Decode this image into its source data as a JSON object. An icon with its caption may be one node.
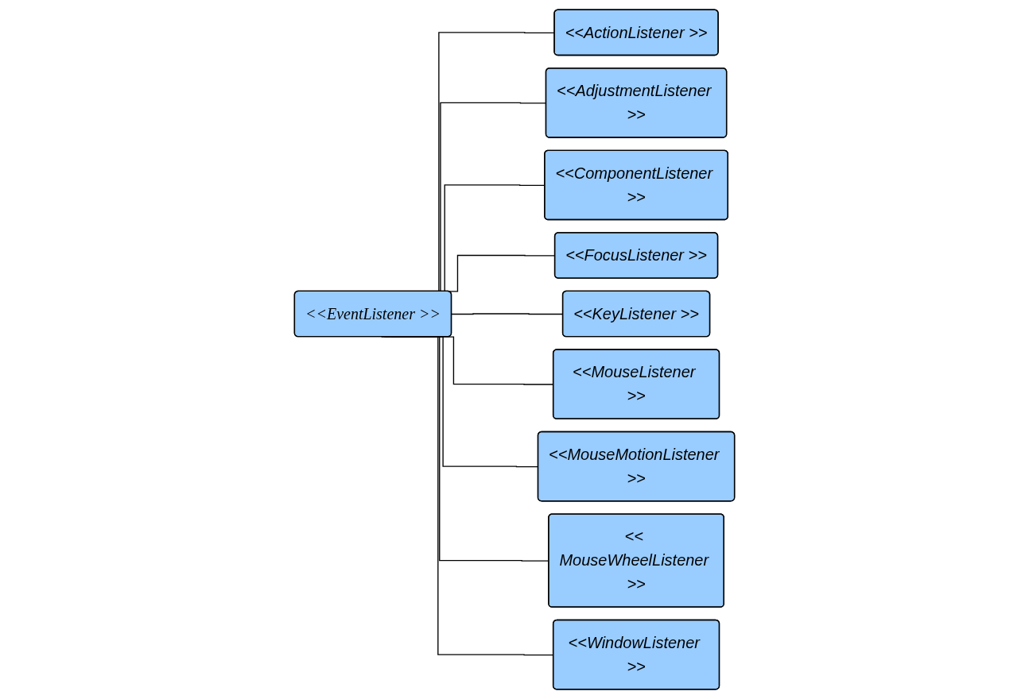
{
  "diagram": {
    "nodes": [
      {
        "text": [
          "<<EventListener >>"
        ]
      },
      {
        "text": [
          "<<ActionListener >>"
        ]
      },
      {
        "text": [
          "<<AdjustmentListener >>"
        ]
      },
      {
        "text": [
          "<<ComponentListener >>"
        ]
      },
      {
        "text": [
          "<<FocusListener >>"
        ]
      },
      {
        "text": [
          "<<KeyListener >>"
        ]
      },
      {
        "text": [
          "<<MouseListener >>"
        ]
      },
      {
        "text": [
          "<<MouseMotionListener >>"
        ]
      },
      {
        "text": [
          "<< MouseWheelListener >>"
        ]
      },
      {
        "text": [
          "<<WindowListener >>"
        ]
      }
    ],
    "edges": [
      {
        "from": 0,
        "to": 1,
        "arrow": "none"
      },
      {
        "from": 0,
        "to": 2,
        "arrow": "none"
      },
      {
        "from": 0,
        "to": 3,
        "arrow": "none"
      },
      {
        "from": 0,
        "to": 4,
        "arrow": "none"
      },
      {
        "from": 0,
        "to": 5,
        "arrow": "none"
      },
      {
        "from": 0,
        "to": 6,
        "arrow": "none"
      },
      {
        "from": 0,
        "to": 7,
        "arrow": "none"
      },
      {
        "from": 0,
        "to": 8,
        "arrow": "none"
      },
      {
        "from": 0,
        "to": 9,
        "arrow": "none"
      }
    ]
  }
}
